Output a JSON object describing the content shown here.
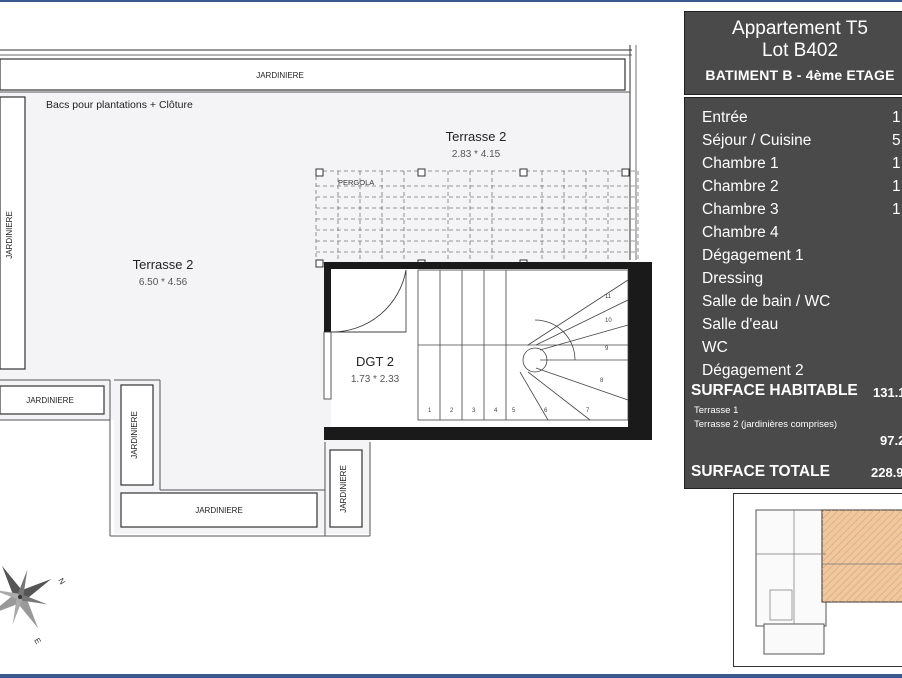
{
  "plan": {
    "jardiniere_top": "JARDINIERE",
    "bacs_note": "Bacs pour plantations + Clôture",
    "terrasse_large_name": "Terrasse 2",
    "terrasse_large_dims": "6.50 * 4.56",
    "terrasse_small_name": "Terrasse 2",
    "terrasse_small_dims": "2.83 * 4.15",
    "pergola": "PERGOLA",
    "dgt_name": "DGT 2",
    "dgt_dims": "1.73 * 2.33",
    "jardiniere_left_vertical": "JARDINIERE",
    "jardiniere_left_horizontal": "JARDINIERE",
    "jardiniere_mid_vertical": "JARDINIERE",
    "jardiniere_bottom": "JARDINIERE",
    "jardiniere_right_vertical": "JARDINIERE",
    "compass_n": "N",
    "compass_e": "E",
    "stair_numbers": [
      "1",
      "2",
      "3",
      "4",
      "5",
      "6",
      "7",
      "8",
      "9",
      "10",
      "11"
    ]
  },
  "title_block": {
    "line1": "Appartement T5",
    "line2": "Lot B402",
    "line3": "BATIMENT B - 4ème ETAGE"
  },
  "surfaces": {
    "rooms": [
      {
        "name": "Entrée",
        "value": "1"
      },
      {
        "name": "Séjour / Cuisine",
        "value": "5."
      },
      {
        "name": "Chambre 1",
        "value": "1"
      },
      {
        "name": "Chambre 2",
        "value": "1."
      },
      {
        "name": "Chambre 3",
        "value": "1"
      },
      {
        "name": "Chambre 4",
        "value": ""
      },
      {
        "name": "Dégagement 1",
        "value": ""
      },
      {
        "name": "Dressing",
        "value": ""
      },
      {
        "name": "Salle de bain / WC",
        "value": ""
      },
      {
        "name": "Salle d'eau",
        "value": ""
      },
      {
        "name": "WC",
        "value": ""
      },
      {
        "name": "Dégagement 2",
        "value": ""
      }
    ],
    "habitable_label": "SURFACE HABITABLE",
    "habitable_value": "131.1",
    "terrasse1": "Terrasse 1",
    "terrasse2": "Terrasse 2 (jardinières comprises)",
    "exterior_value": "97.2",
    "total_label": "SURFACE TOTALE",
    "total_value": "228.9"
  },
  "colors": {
    "panel_bg": "#4a4a4a",
    "accent_rule": "#3a5a8c",
    "lot_highlight": "#f0c8a0"
  }
}
